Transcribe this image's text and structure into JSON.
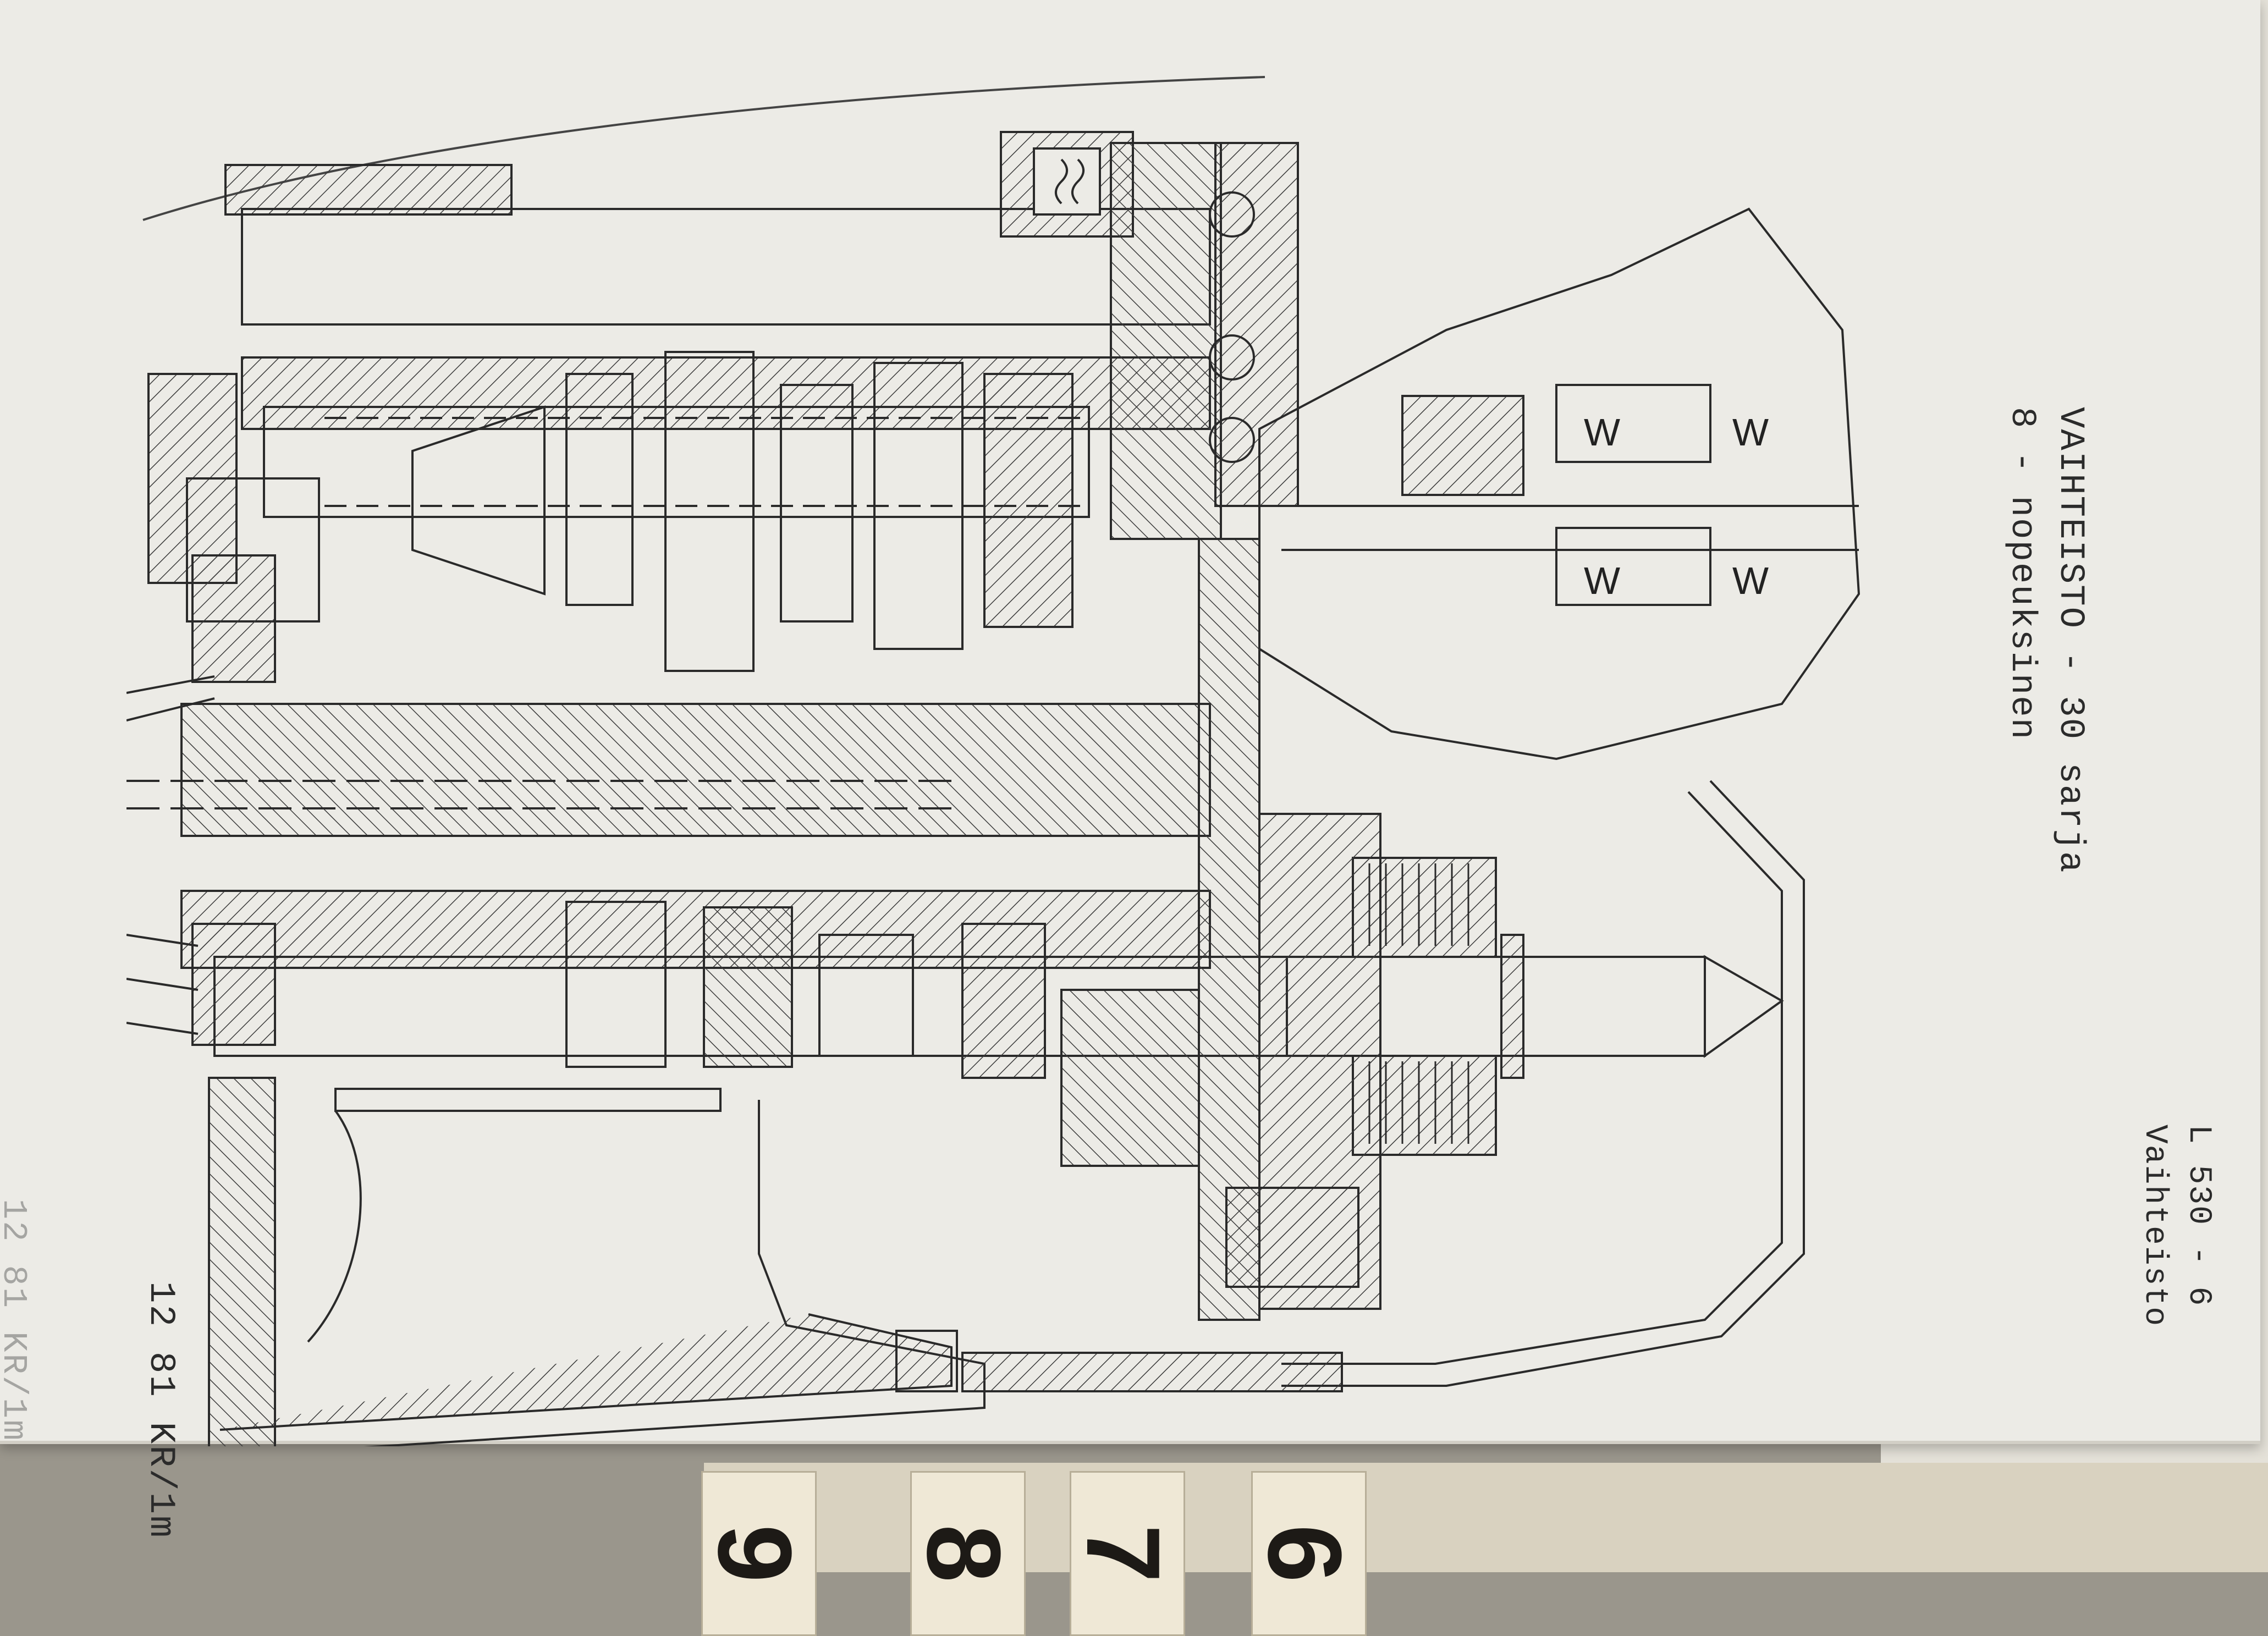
{
  "document": {
    "title_line_1": "VAIHTEISTO - 30 sarja",
    "title_line_2": "8 - nopeuksinen",
    "ref_line_1": "L 530 - 6",
    "ref_line_2": "Vaihteisto",
    "footer": "12 81 KR/1m",
    "footer_bleed_through": "12 81 KR/1m"
  },
  "tabs": [
    "9",
    "8",
    "7",
    "6"
  ],
  "colors": {
    "paper": "#ecebe6",
    "ink": "#2b2b2b",
    "background": "#9a968c"
  }
}
